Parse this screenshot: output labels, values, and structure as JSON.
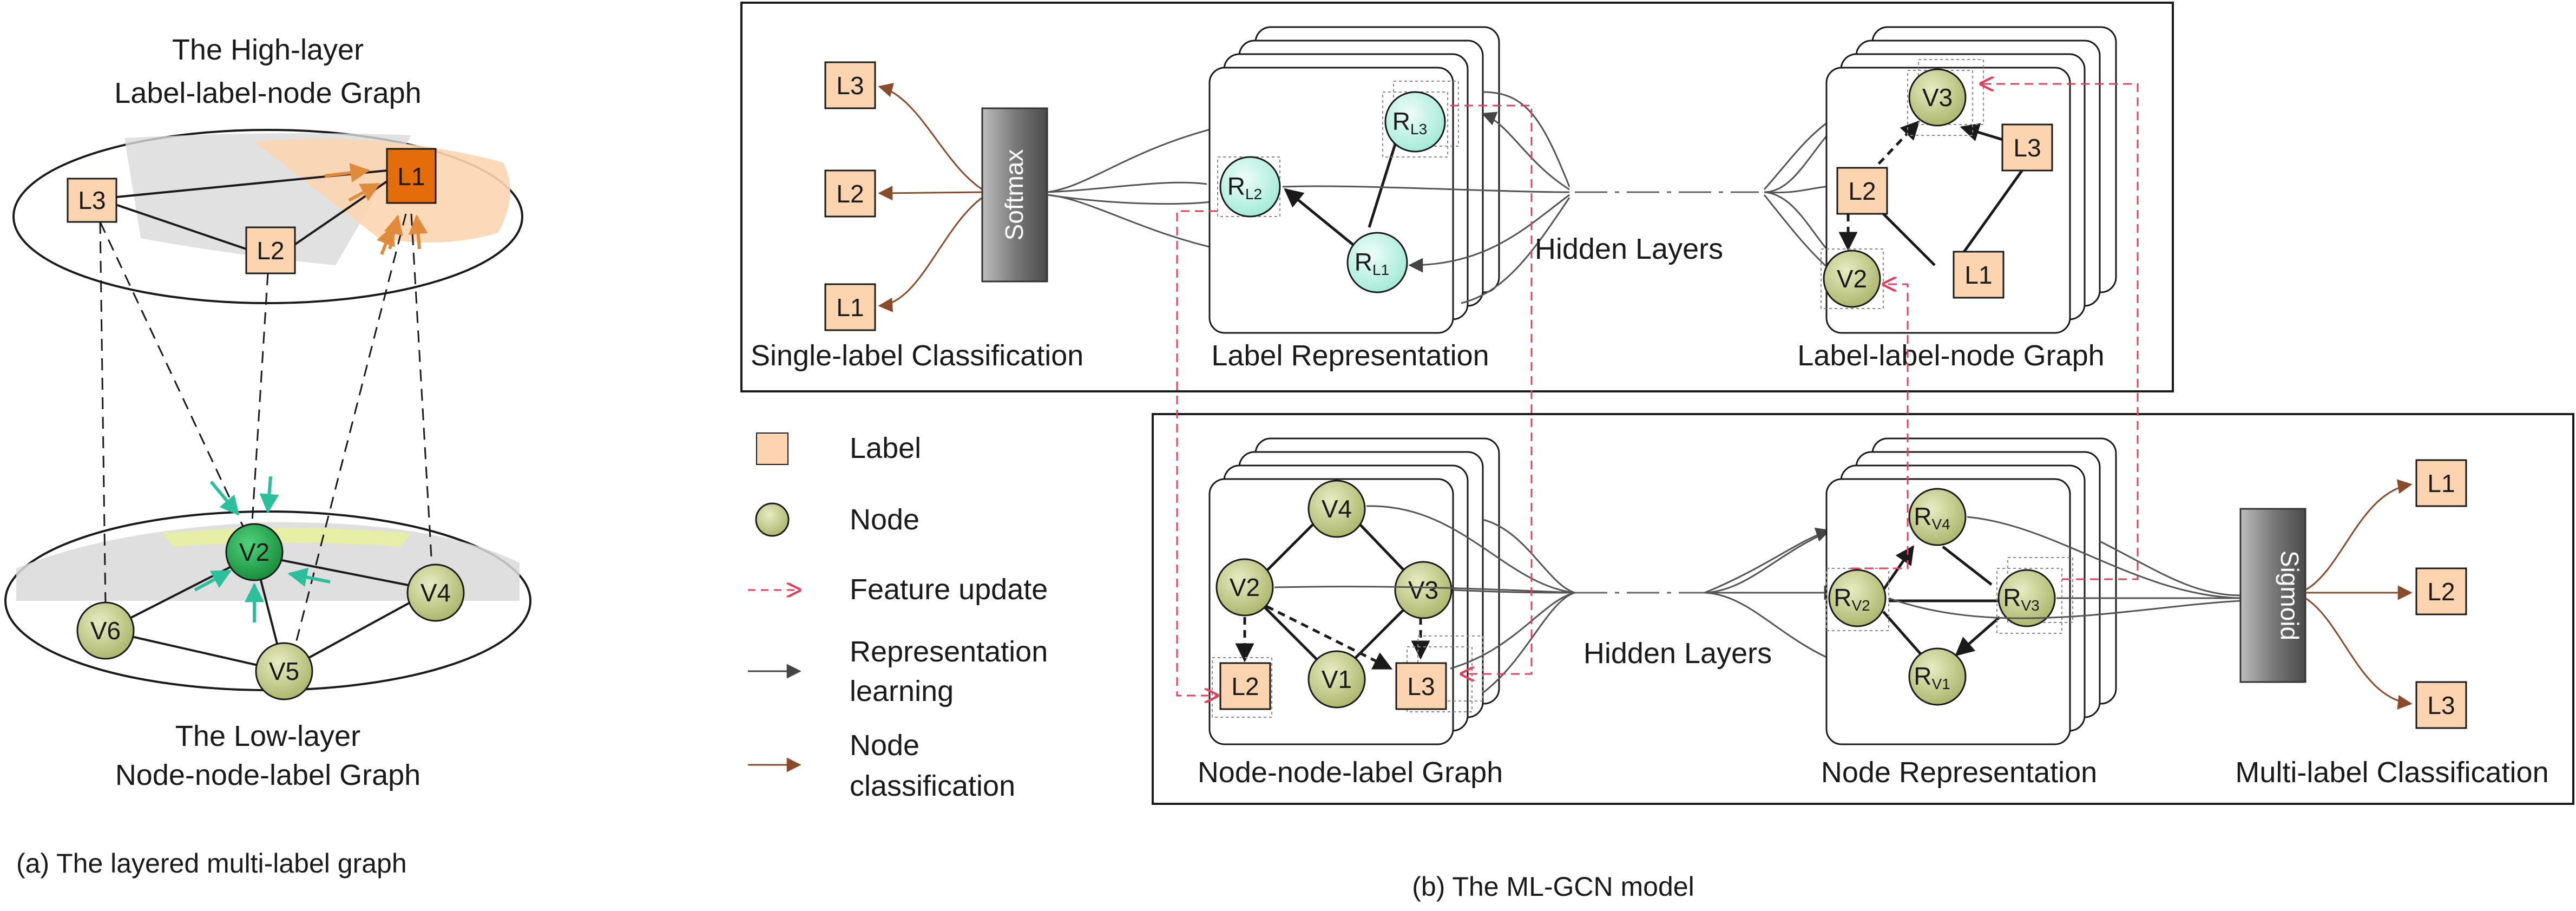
{
  "panel_a": {
    "high_title_line1": "The High-layer",
    "high_title_line2": "Label-label-node Graph",
    "low_title_line1": "The Low-layer",
    "low_title_line2": "Node-node-label Graph",
    "caption": "(a) The layered multi-label graph",
    "high_nodes": {
      "l1": "L1",
      "l2": "L2",
      "l3": "L3"
    },
    "low_nodes": {
      "v2": "V2",
      "v4": "V4",
      "v5": "V5",
      "v6": "V6"
    }
  },
  "panel_b": {
    "caption": "(b) The ML-GCN model",
    "top": {
      "out_labels": [
        "L3",
        "L2",
        "L1"
      ],
      "softmax": "Softmax",
      "single_label_classification": "Single-label Classification",
      "label_representation": "Label Representation",
      "hidden_layers": "Hidden Layers",
      "label_label_node_graph": "Label-label-node Graph",
      "r_nodes": {
        "r_main": "R",
        "rl3_sub": "L3",
        "rl2_sub": "L2",
        "rl1_sub": "L1"
      },
      "graph_nodes": {
        "v3": "V3",
        "l3": "L3",
        "l2": "L2",
        "v2": "V2",
        "l1": "L1"
      }
    },
    "legend": {
      "label": "Label",
      "node": "Node",
      "feature_update": "Feature update",
      "representation_learning_1": "Representation",
      "representation_learning_2": "learning",
      "node_classification_1": "Node",
      "node_classification_2": "classification"
    },
    "bottom": {
      "node_node_label_graph": "Node-node-label Graph",
      "hidden_layers": "Hidden Layers",
      "node_representation": "Node Representation",
      "multi_label_classification": "Multi-label Classification",
      "sigmoid": "Sigmoid",
      "out_labels": [
        "L1",
        "L2",
        "L3"
      ],
      "graph_nodes": {
        "v4": "V4",
        "v2": "V2",
        "v3": "V3",
        "v1": "V1",
        "l2": "L2",
        "l3": "L3"
      },
      "r_nodes": {
        "r_main": "R",
        "rv4_sub": "V4",
        "rv2_sub": "V2",
        "rv3_sub": "V3",
        "rv1_sub": "V1"
      }
    }
  },
  "colors": {
    "label_fill": "#fcd5b0",
    "label_highlight": "#e46c0a",
    "node_fill": "#c3cd87",
    "node_highlight": "#22a54a",
    "rep_node_fill": "#bff3e6",
    "feature_update": "#e0425e",
    "node_class_arrow": "#8a4b2a",
    "teal_arrow": "#2bbf9b"
  }
}
